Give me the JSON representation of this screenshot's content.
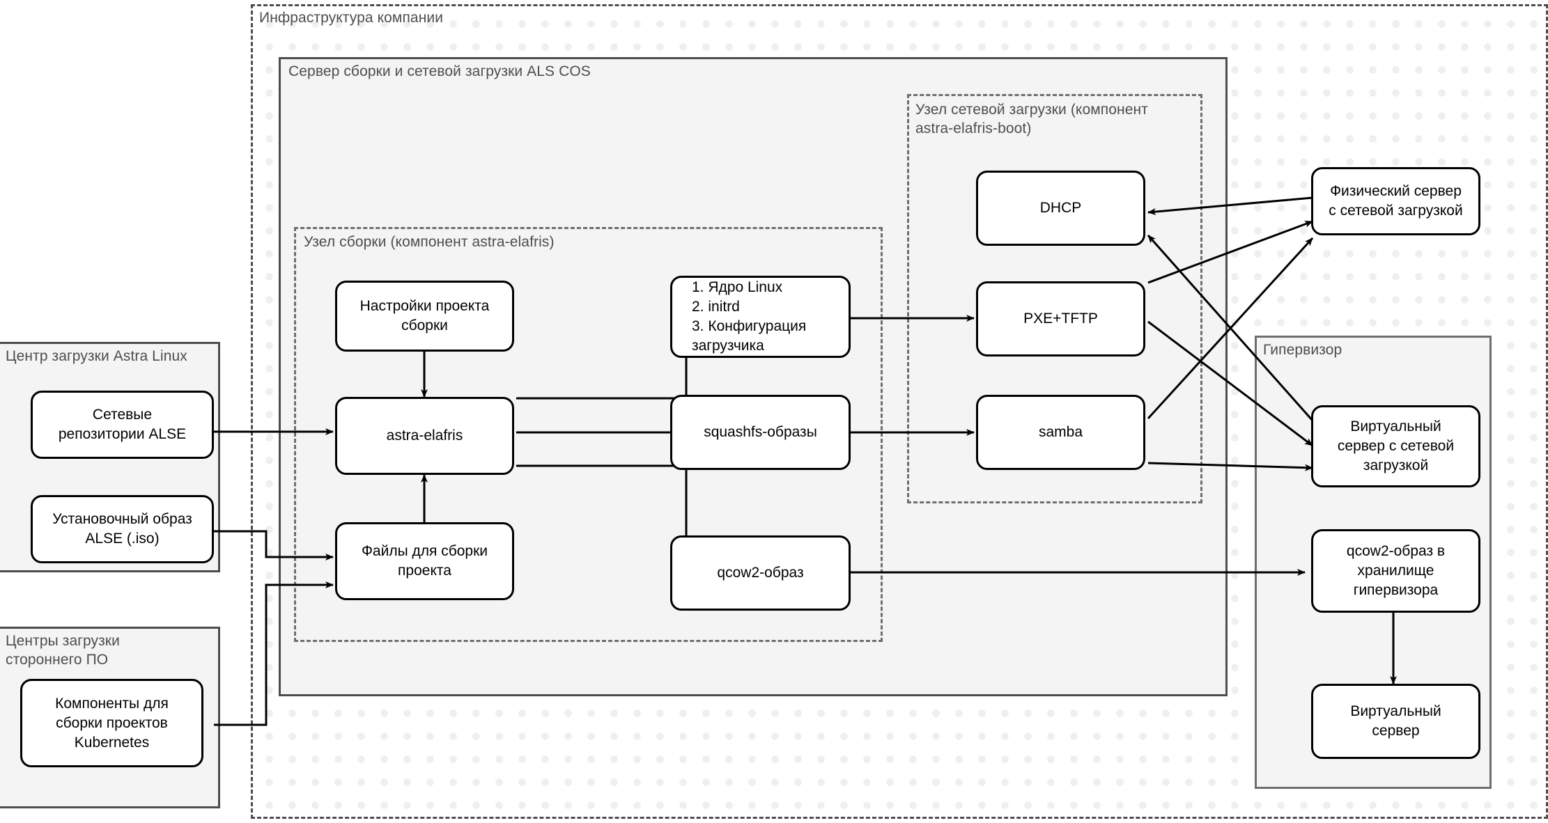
{
  "diagram": {
    "title": "Инфраструктура компании",
    "groups": {
      "infrastructure": "Инфраструктура компании",
      "build_server": "Сервер сборки и сетевой загрузки ALS COS",
      "build_node": "Узел сборки (компонент astra-elafris)",
      "boot_node": "Узел сетевой загрузки (компонент\nastra-elafris-boot)",
      "hypervisor": "Гипервизор",
      "download_center": "Центр загрузки Astra Linux",
      "third_party_centers": "Центры загрузки\nстороннего ПО"
    },
    "nodes": {
      "net_repos": "Сетевые\nрепозитории ALSE",
      "iso_image": "Установочный образ\nALSE (.iso)",
      "k8s_components": "Компоненты для\nсборки проектов\nKubernetes",
      "project_settings": "Настройки проекта\nсборки",
      "astra_elafris": "astra-elafris",
      "build_files": "Файлы для сборки\nпроекта",
      "kernel_list": "1. Ядро Linux\n2. initrd\n3. Конфигурация\n    загрузчика",
      "squashfs": "squashfs-образы",
      "qcow2": "qcow2-образ",
      "dhcp": "DHCP",
      "pxe_tftp": "PXE+TFTP",
      "samba": "samba",
      "physical_server": "Физический сервер\nс сетевой загрузкой",
      "virtual_server_netboot": "Виртуальный\nсервер с сетевой\nзагрузкой",
      "qcow2_storage": "qcow2-образ в\nхранилище\nгипервизора",
      "virtual_server": "Виртуальный\nсервер"
    },
    "colors": {
      "border_strong": "#000000",
      "border_group": "#4d4d4d",
      "border_group_dashed": "#6e6e6e",
      "group_fill": "#f4f4f4",
      "node_fill": "#ffffff",
      "canvas": "#ffffff",
      "dot_pattern": "#efefef"
    }
  }
}
